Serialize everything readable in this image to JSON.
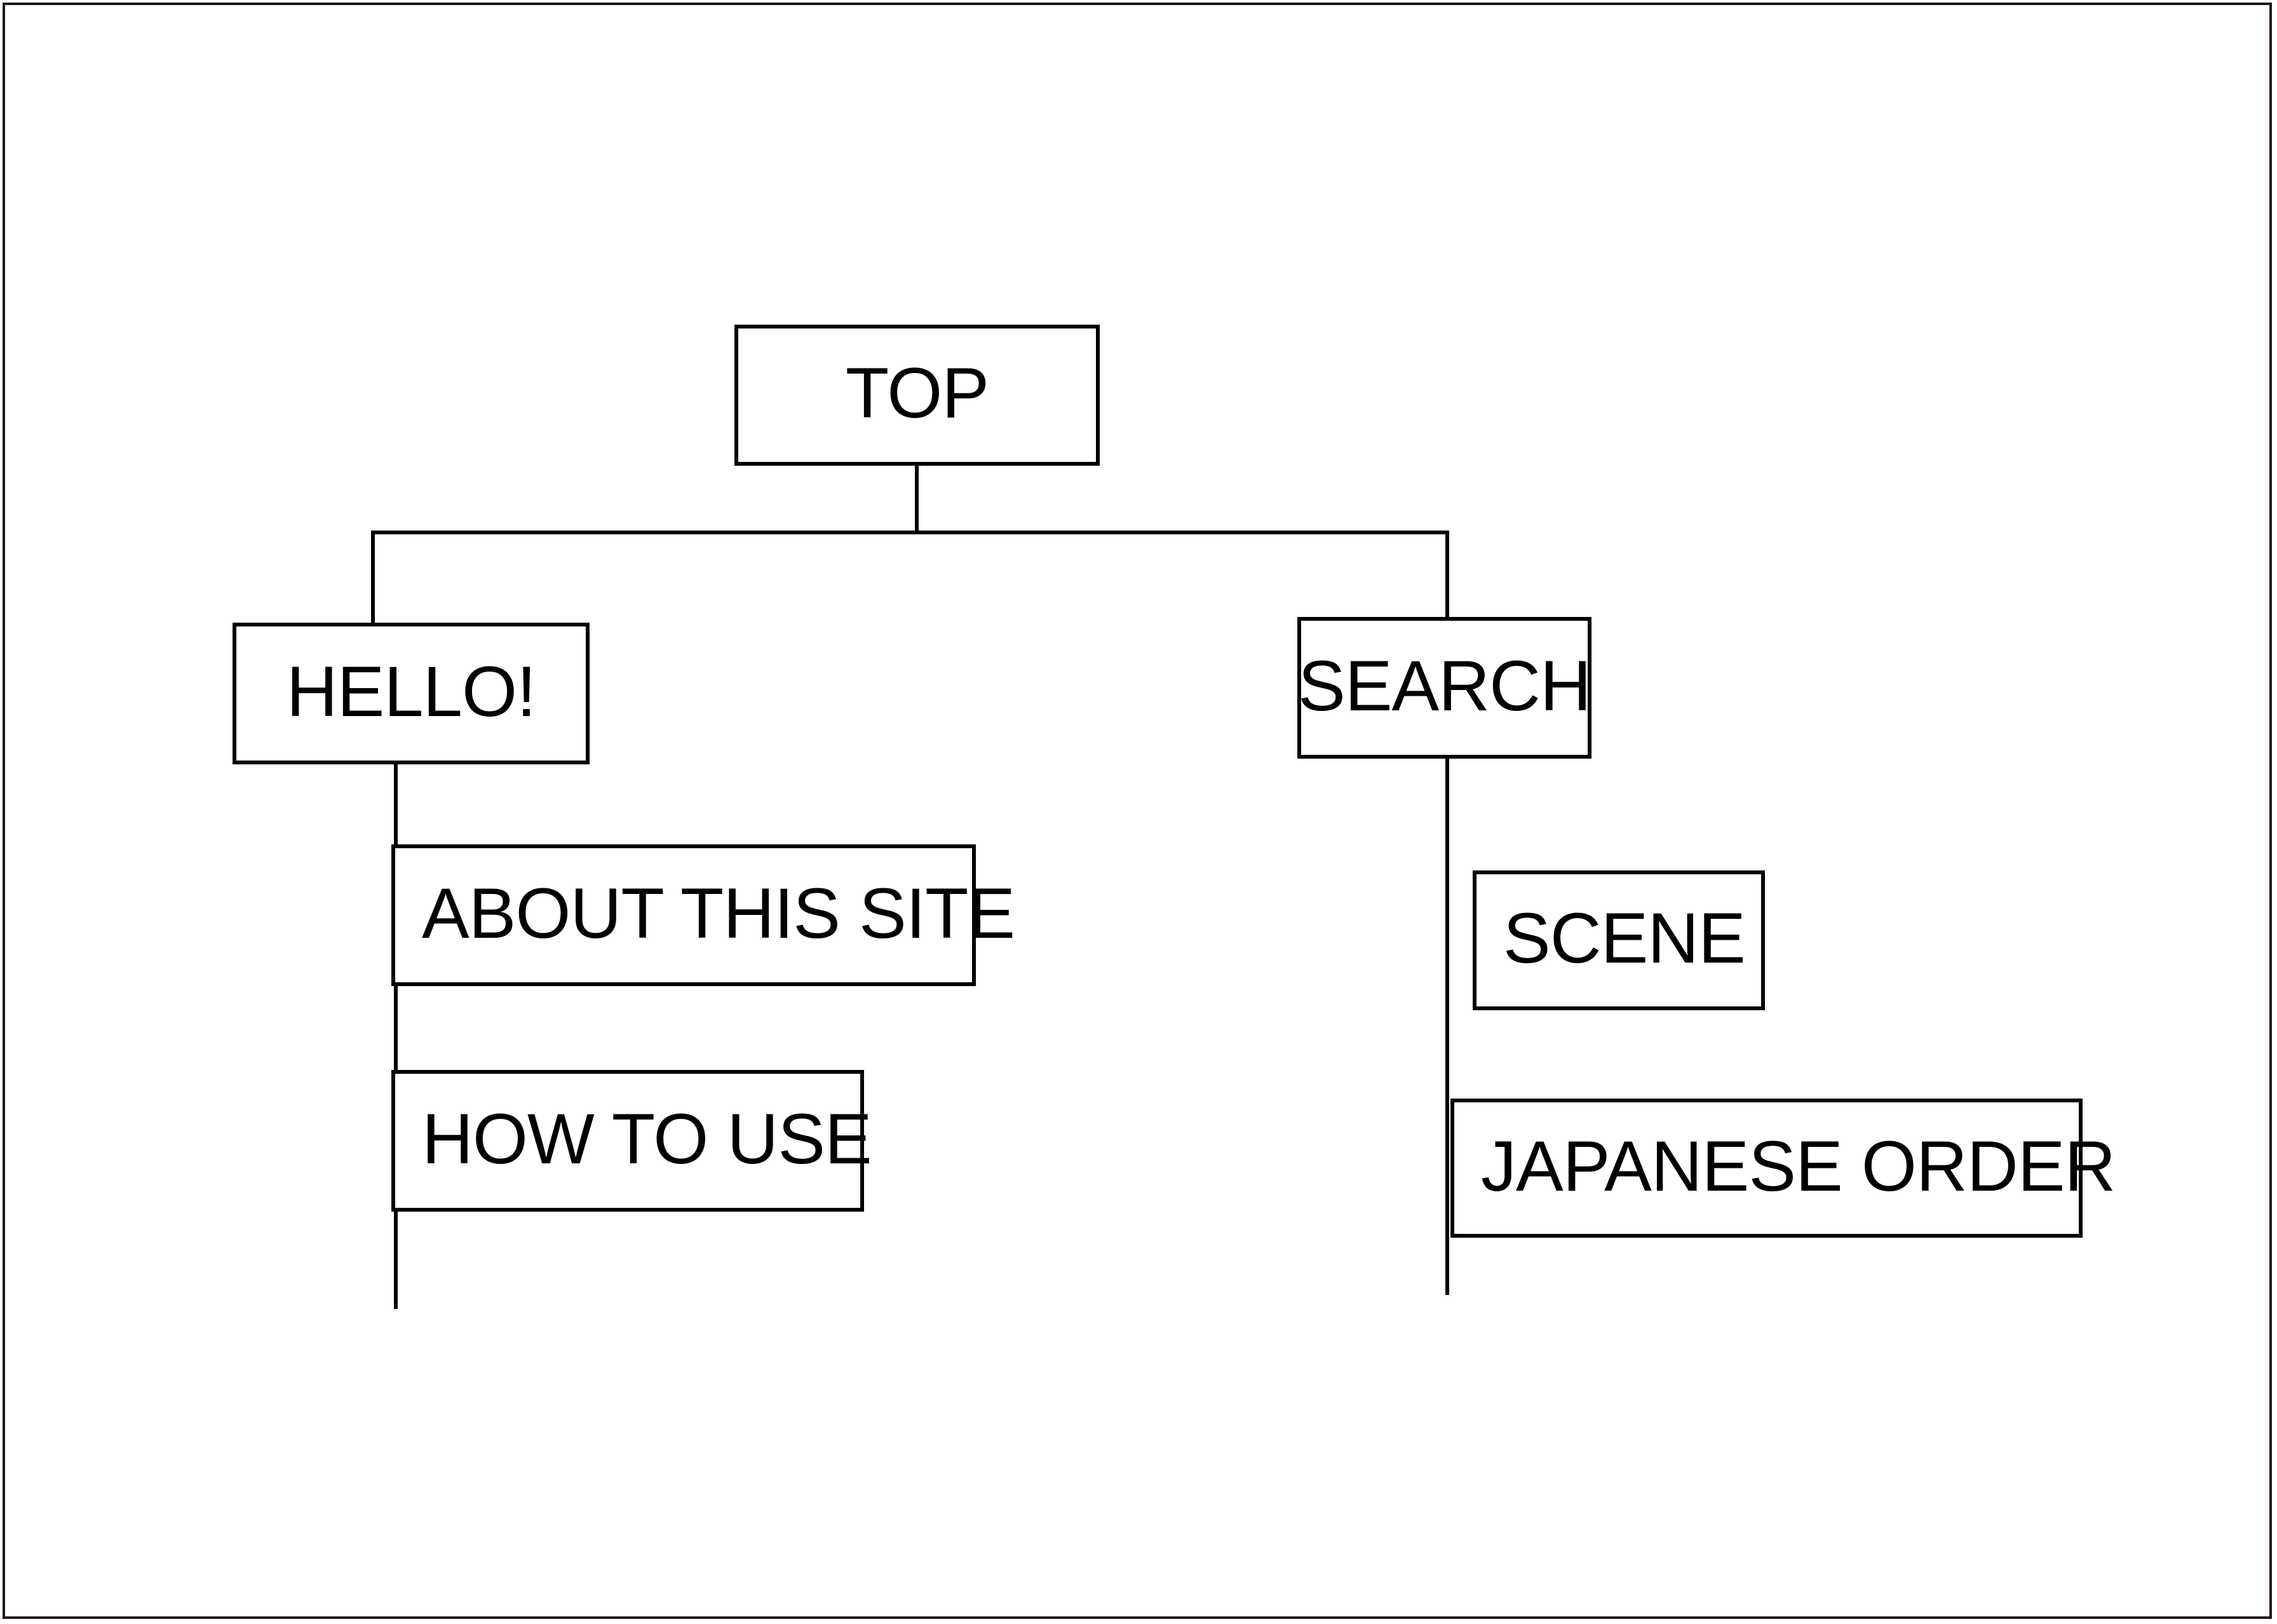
{
  "diagram": {
    "title": "Site map tree diagram",
    "frame_color": "#231815",
    "line_color": "#000000",
    "box_fill": "#ffffff",
    "nodes": {
      "top": {
        "label": "TOP",
        "align": "center"
      },
      "hello": {
        "label": "HELLO!",
        "align": "center"
      },
      "search": {
        "label": "SEARCH",
        "align": "center"
      },
      "about": {
        "label": "ABOUT THIS SITE",
        "align": "left"
      },
      "howto": {
        "label": "HOW TO USE",
        "align": "left"
      },
      "scene": {
        "label": "SCENE",
        "align": "left"
      },
      "japanese": {
        "label": "JAPANESE ORDER",
        "align": "left"
      }
    },
    "tree": {
      "root": "TOP",
      "children": [
        {
          "label": "HELLO!",
          "children": [
            "ABOUT THIS SITE",
            "HOW TO USE"
          ]
        },
        {
          "label": "SEARCH",
          "children": [
            "SCENE",
            "JAPANESE ORDER"
          ]
        }
      ]
    }
  }
}
